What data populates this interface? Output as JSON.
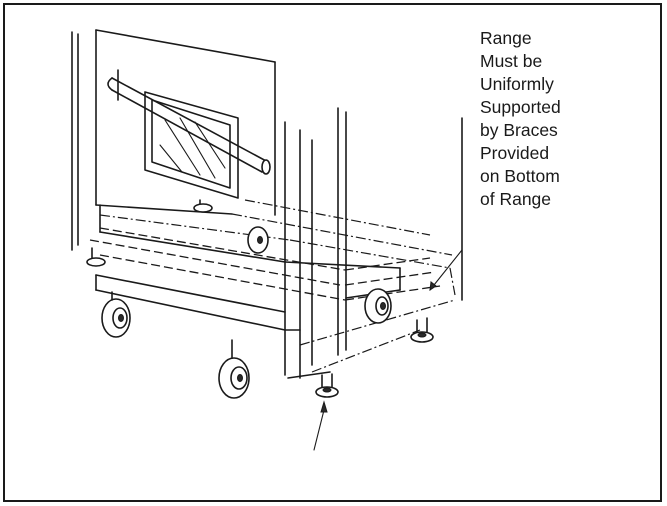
{
  "callout": {
    "lines": [
      "Range",
      "Must be",
      "Uniformly",
      "Supported",
      "by Braces",
      "Provided",
      "on Bottom",
      "of Range"
    ]
  }
}
